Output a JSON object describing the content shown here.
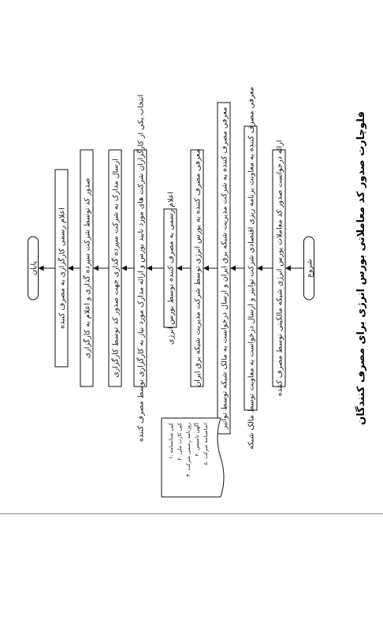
{
  "title": "فلوچارت صدور کد معاملاتی بورس انرژی برای مصرف کنندگان",
  "start_label": "شروع",
  "end_label": "پایان",
  "steps": [
    "ارائه درخواست صدور کد معاملات بورس انرژی شبکه مالکیتی توسط مصرف کننده",
    "معرفی مصرف کننده به معاونت برنامه ریزی اقتصادی شرکت توانیر و ارسال درخواست به معاونت توسط مالک شبکه",
    "معرفی مصرف کننده به شرکت مدیریت شبکه برق ایران و ارسال درخواست به مالک شبکه توسط توانیر",
    "معرفی مصرف کننده به بورس انرژی توسط شرکت مدیریت شبکه برق ایران",
    "اعلام رسمی به مصرف کننده توسط بورس انرژی",
    "انتخاب یکی از کارگزاران شرکت های مورد تایید بورس و ارائه مدارک مورد نیاز به کارگزاری توسط مصرف کننده",
    "ارسال مدارک به شرکت سپرده گذاری جهت صدور کد توسط کارگزاری",
    "صدور کد توسط شرکت سپرده گذاری و اعلام به کارگزاری",
    "اعلام رسمی کارگزاری به مصرف کننده"
  ],
  "legend": {
    "lines": [
      "۱. کپی شناسنامه",
      "۲. کپی کارت ملی",
      "۳. روزنامه رسمی شرکت",
      "۴. آگهی تاسیس",
      "۵. اساسنامه شرکت"
    ]
  }
}
